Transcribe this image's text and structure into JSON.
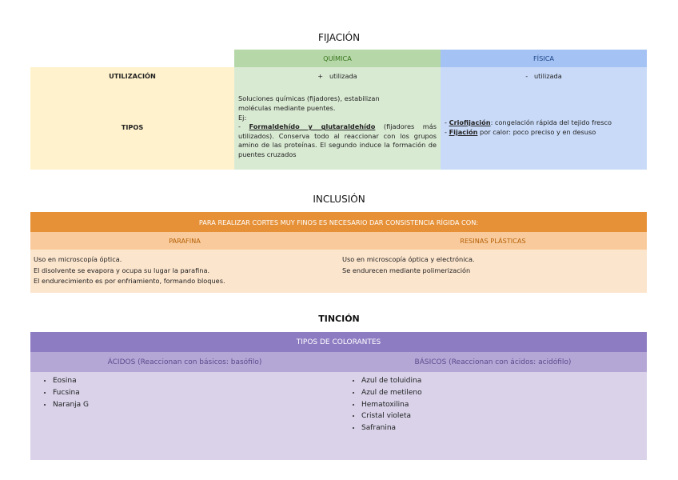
{
  "fijacion": {
    "title": "FIJACIÓN",
    "header_quimica": "QUÍMICA",
    "header_fisica": "FÍSICA",
    "row_utilizacion_label": "UTILIZACIÓN",
    "quimica_utilizacion": "+   utilizada",
    "fisica_utilizacion": "-   utilizada",
    "row_tipos_label": "TIPOS",
    "quimica_tipos": {
      "line1": "Soluciones químicas (fijadores), estabilizan",
      "line2": "moléculas mediante puentes.",
      "line3": "Ej:",
      "dash": "- ",
      "underlined": "Formaldehído y glutaraldehído",
      "rest": " (fijadores más utilizados). Conserva todo al reaccionar con los grupos amino de las proteínas. El segundo induce la formación de puentes cruzados"
    },
    "fisica_tipos": {
      "item1_prefix": "- ",
      "item1_term": "Criofijación",
      "item1_text": ": congelación rápida del tejido fresco",
      "item2_prefix": "- ",
      "item2_term": "Fijación",
      "item2_text": " por calor: poco preciso y en desuso"
    }
  },
  "inclusion": {
    "title": "INCLUSIÓN",
    "header": "PARA REALIZAR CORTES MUY FINOS ES NECESARIO DAR CONSISTENCIA RÍGIDA CON:",
    "col1_title": "PARAFINA",
    "col2_title": "RESINAS PLÁSTICAS",
    "col1_lines": [
      "Uso en microscopía óptica.",
      "El disolvente se evapora y ocupa su lugar la parafina.",
      "El endurecimiento es por enfriamiento, formando bloques."
    ],
    "col2_lines": [
      "Uso en microscopía óptica y electrónica.",
      "Se endurecen mediante polimerización"
    ]
  },
  "tincion": {
    "title": "TINCIÓN",
    "header": "TIPOS DE COLORANTES",
    "col1_title": "ÁCIDOS (Reaccionan con básicos: basófilo)",
    "col2_title": "BÁSICOS (Reaccionan con ácidos: acidófilo)",
    "acidos": [
      "Eosina",
      "Fucsina",
      "Naranja G"
    ],
    "basicos": [
      "Azul de toluidina",
      "Azul de metileno",
      "Hematoxilina",
      "Cristal violeta",
      "Safranina"
    ]
  },
  "colors": {
    "quimica": "#b6d7a8",
    "fisica": "#a4c2f4",
    "inclusion": "#e69138",
    "tincion": "#8e7cc3"
  }
}
